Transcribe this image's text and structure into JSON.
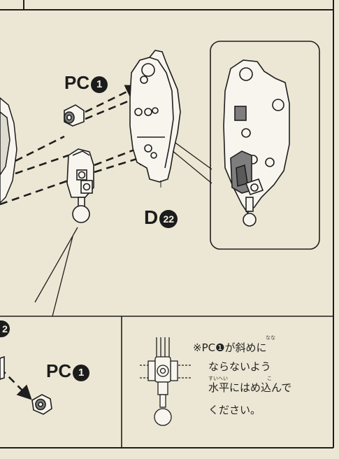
{
  "labels": {
    "pc_top": "PC",
    "pc_top_num": "1",
    "part_d": "D",
    "part_d_num": "22",
    "pc_bottom": "PC",
    "pc_bottom_num": "1",
    "step_num": "2"
  },
  "note": {
    "line1": "※PC❶が斜めに",
    "line2": "ならないよう",
    "line3": "水平にはめ込んで",
    "line4": "ください。",
    "ruby_naname": "なな",
    "ruby_suihei": "すいへい",
    "ruby_ko": "こ"
  },
  "colors": {
    "paper": "#ece7d4",
    "line": "#1e1e1e",
    "part_fill": "#f7f5ee",
    "part_shade": "#7e7e7e",
    "part_dark": "#5a5a5a"
  }
}
